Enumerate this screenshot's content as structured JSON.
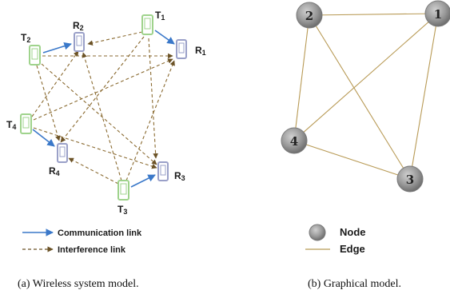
{
  "panel_a": {
    "tx_labels": [
      "T",
      "T",
      "T",
      "T"
    ],
    "tx_subs": [
      "1",
      "2",
      "3",
      "4"
    ],
    "rx_labels": [
      "R",
      "R",
      "R",
      "R"
    ],
    "rx_subs": [
      "1",
      "2",
      "3",
      "4"
    ],
    "legend": {
      "communication": "Communication link",
      "interference": "Interference link"
    },
    "caption": "(a) Wireless system model."
  },
  "panel_b": {
    "nodes": [
      "1",
      "2",
      "3",
      "4"
    ],
    "legend": {
      "node": "Node",
      "edge": "Edge"
    },
    "caption": "(b) Graphical model."
  },
  "colors": {
    "communication": "#3a78c9",
    "interference": "#8a6a30",
    "transmitter": "#9fd38c",
    "receiver": "#9aa0c8",
    "edge": "#b89a55",
    "node": "#8d8d8d"
  }
}
